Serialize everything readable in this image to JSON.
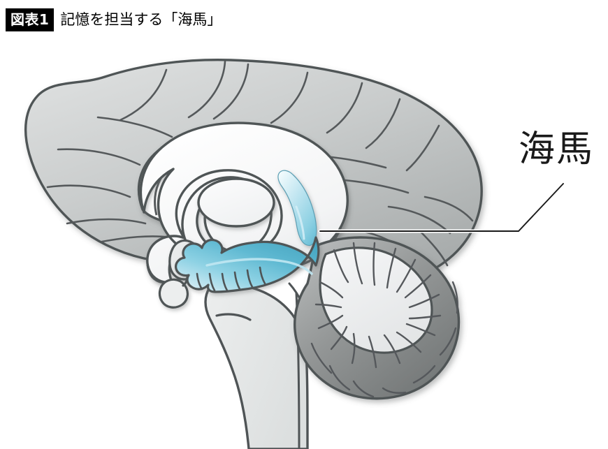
{
  "header": {
    "badge_label": "図表1",
    "title": "記憶を担当する「海馬」"
  },
  "illustration": {
    "type": "anatomical-diagram",
    "subject": "mid-sagittal section of the human brain",
    "callout": {
      "label": "海馬",
      "meaning": "hippocampus",
      "leader_line_color": "#1a1a1a",
      "anchor_point": "hippocampal tail, mid-brain"
    },
    "highlight": {
      "structure_label": "海馬",
      "color_light": "#b9e1ee",
      "color_mid": "#7cc9de",
      "color_dark": "#4aa7c2",
      "outline": "#4f5456"
    },
    "palette": {
      "cortex_light": "#d6d8d8",
      "cortex_mid": "#c2c5c5",
      "cortex_dark": "#a9acac",
      "white_matter": "#f4f5f6",
      "cerebellum_cortex": "#8d9091",
      "cerebellum_inner": "#eceeee",
      "brainstem": "#e4e6e6",
      "outline": "#4f5456",
      "background": "#ffffff"
    },
    "structures": [
      {
        "name": "cerebral-cortex",
        "note": "gyri and sulci of the cerebral hemisphere"
      },
      {
        "name": "corpus-callosum",
        "note": "white arching band above the thalamus"
      },
      {
        "name": "thalamus",
        "note": "central oval body"
      },
      {
        "name": "fornix",
        "note": "small arched bodies below the corpus callosum"
      },
      {
        "name": "hippocampus",
        "note": "highlighted structure, curved with digitations"
      },
      {
        "name": "cerebellum",
        "note": "folded structure with arbor vitae pattern"
      },
      {
        "name": "brainstem",
        "note": "descending column to the bottom of the frame"
      }
    ]
  }
}
